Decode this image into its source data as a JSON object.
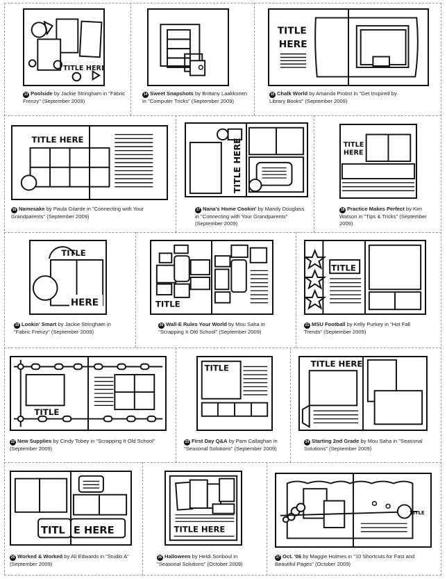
{
  "captions": [
    {
      "num": "13",
      "title": "Poolside",
      "rest": " by Jackie Stringham in \"Fabric Frenzy\" (September 2009)"
    },
    {
      "num": "14",
      "title": "Sweet Snapshots",
      "rest": " by Brittany Laakkonen in \"Computer Tricks\" (September 2009)"
    },
    {
      "num": "15",
      "title": "Chalk World",
      "rest": " by Amanda Probst in \"Get Inspired by Library Books\" (September 2009)"
    },
    {
      "num": "16",
      "title": "Namesake",
      "rest": " by Paula Gilarde in \"Connecting with Your Grandparents\" (September 2009)"
    },
    {
      "num": "17",
      "title": "Nana's Home Cookin'",
      "rest": " by Mandy Douglass in \"Connecting with Your Grandparents\" (September 2009)"
    },
    {
      "num": "18",
      "title": "Practice Makes Perfect",
      "rest": " by Kim Watson in \"Tips & Tricks\" (September 2009)"
    },
    {
      "num": "19",
      "title": "Lookin' Smart",
      "rest": " by Jackie Stringham in \"Fabric Frenzy\" (September 2009)"
    },
    {
      "num": "20",
      "title": "Wall-E Rules Your World",
      "rest": " by Mou Saha in \"Scrapping It Old School\" (September 2009)"
    },
    {
      "num": "21",
      "title": "MSU Football",
      "rest": " by Kelly Purkey in \"Hot Fall Trends\" (September 2009)"
    },
    {
      "num": "22",
      "title": "New Supplies",
      "rest": " by Cindy Tobey in \"Scrapping It Old School\" (September 2009)"
    },
    {
      "num": "23",
      "title": "First Day Q&A",
      "rest": " by Pam Callaghan in \"Seasonal Solutions\" (September 2009)"
    },
    {
      "num": "24",
      "title": "Starting 2nd Grade",
      "rest": " by Mou Saha in \"Seasonal Solutions\" (September 2009)"
    },
    {
      "num": "25",
      "title": "Worked & Worked",
      "rest": " by Ali Edwards in \"Studio A\" (September 2009)"
    },
    {
      "num": "26",
      "title": "Halloween",
      "rest": " by Heidi Sonboul in \"Seasonal Solutions\" (October 2009)"
    },
    {
      "num": "27",
      "title": "Oct. '06",
      "rest": " by Maggie Holmes in \"10 Shortcuts for Fast and Beautiful Pages\" (October 2009)"
    }
  ],
  "sketch_text": {
    "title_here": "TITLE HERE",
    "title_word": "TITLE",
    "here_word": "HERE",
    "title_split_a": "TITL",
    "title_split_b": "E HERE"
  }
}
